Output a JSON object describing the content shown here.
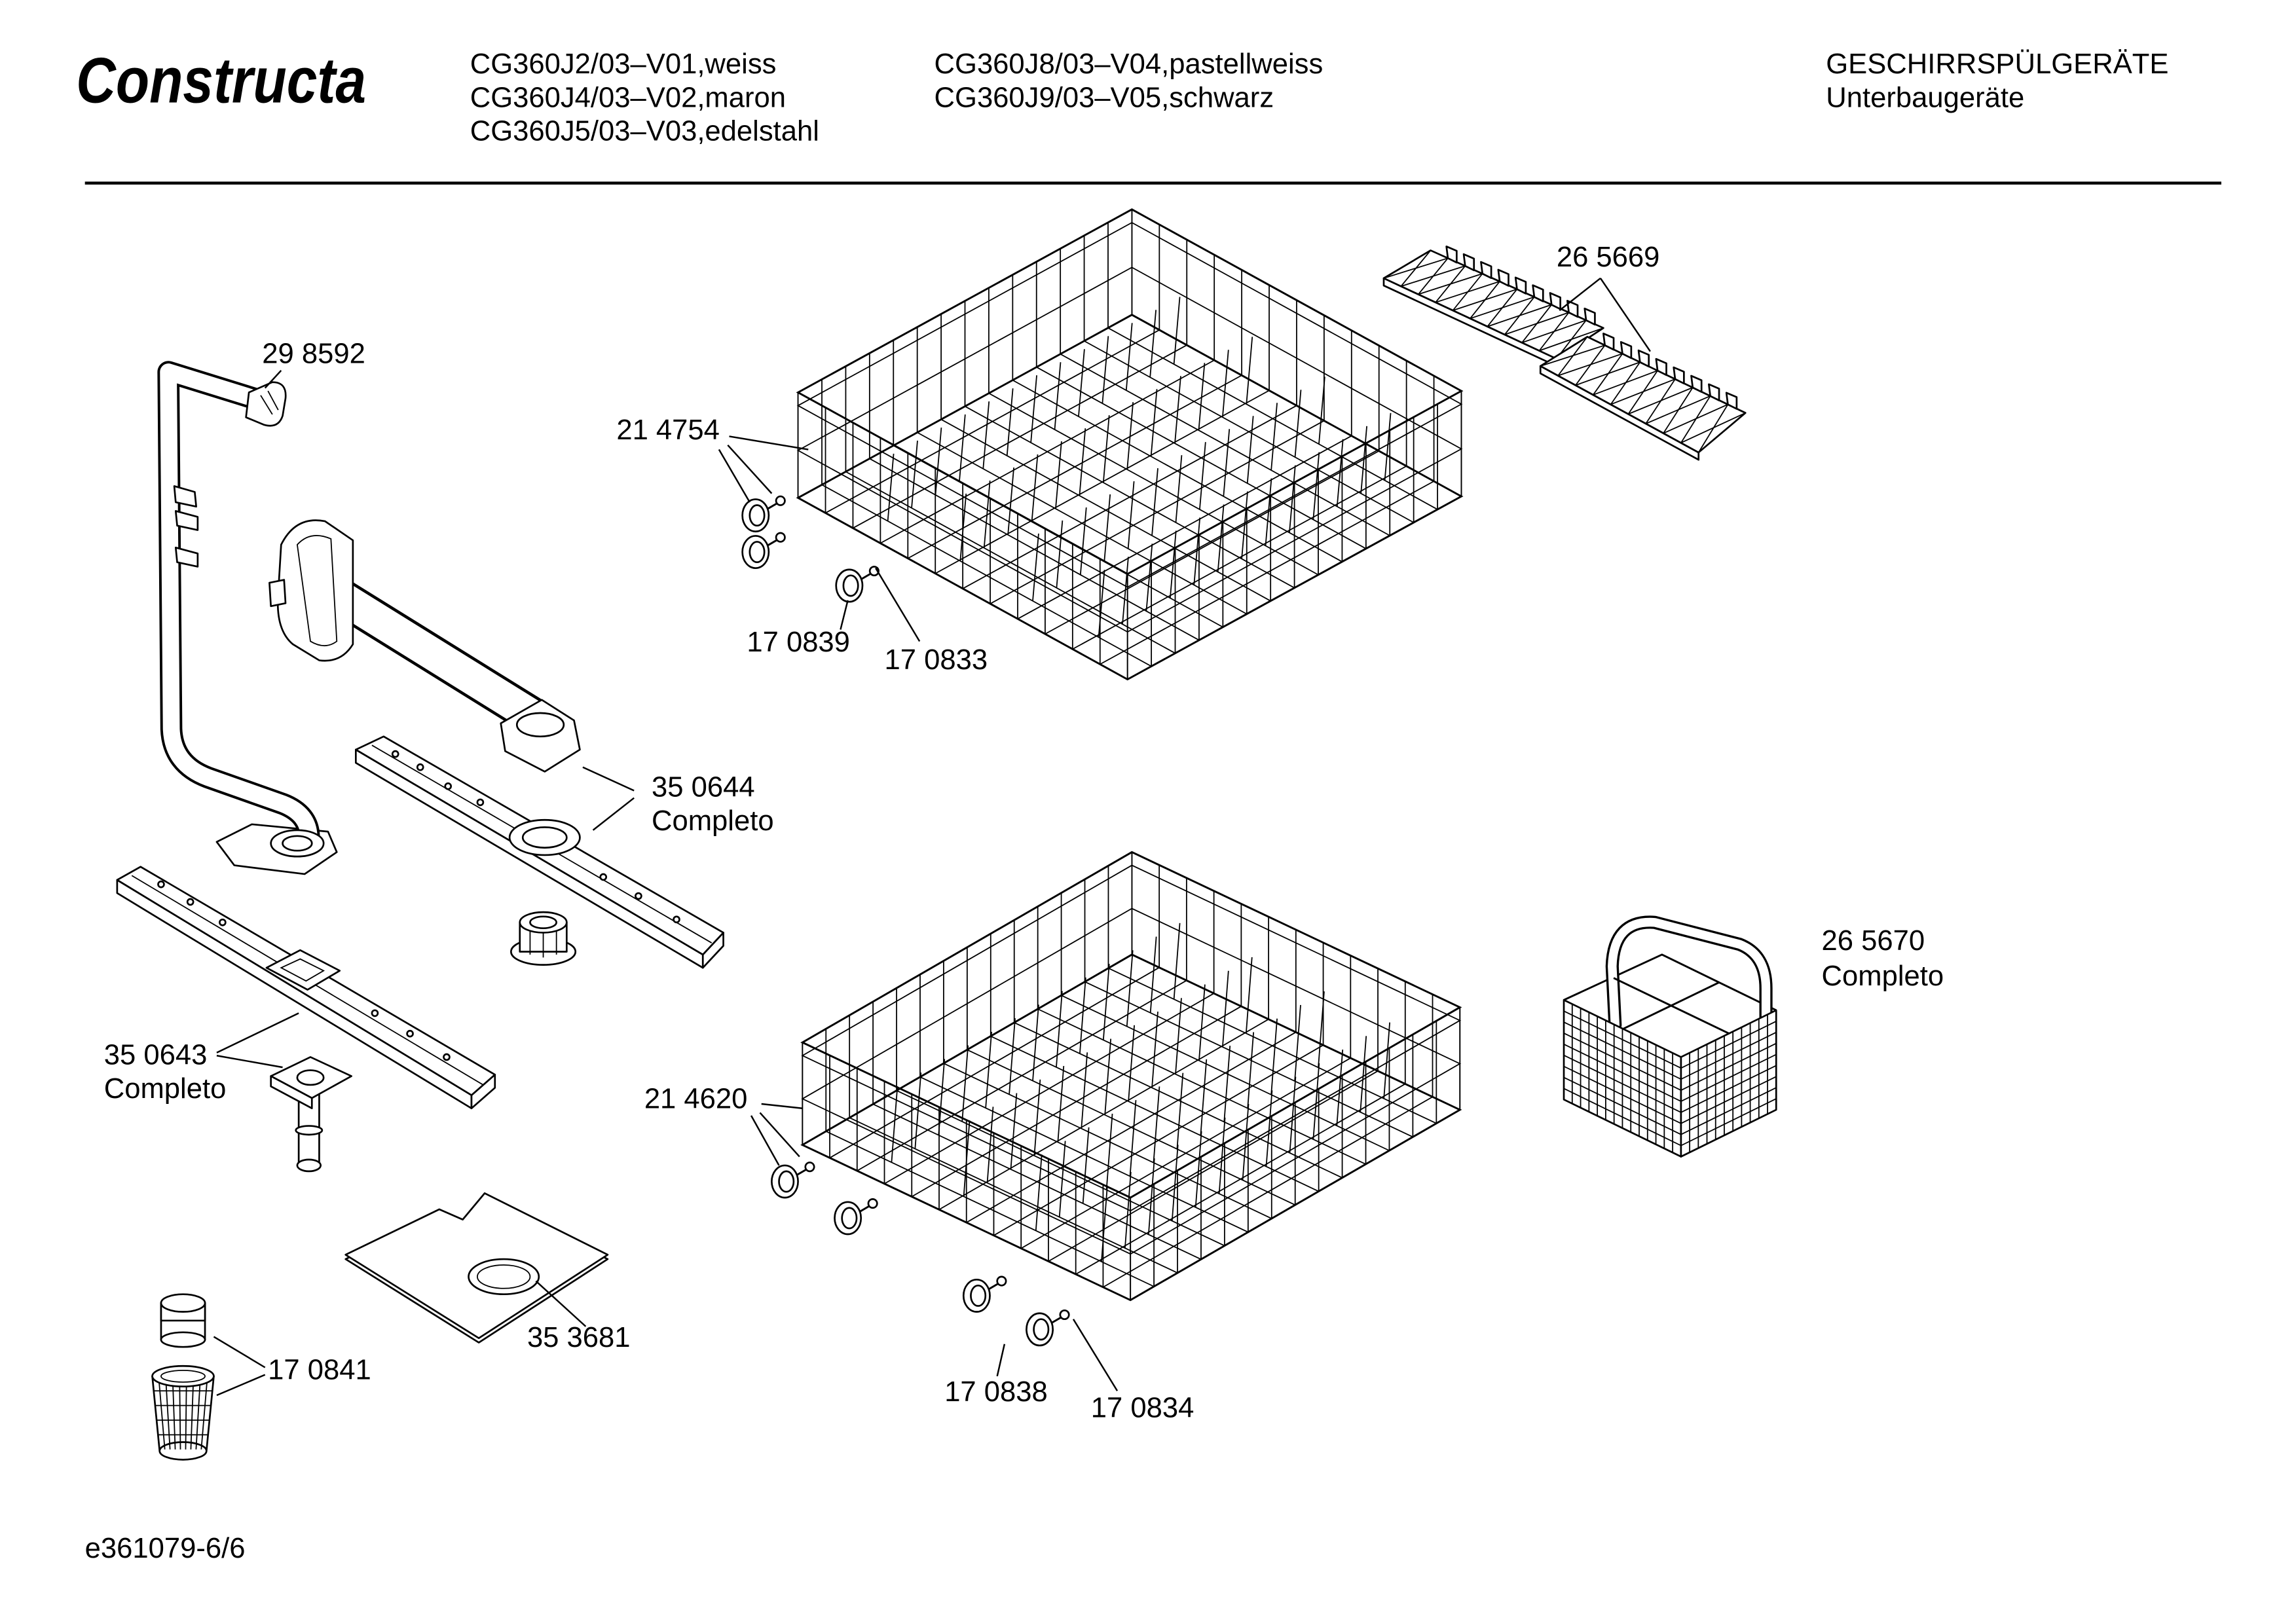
{
  "header": {
    "logo": "Constructa",
    "models_col1": [
      "CG360J2/03–V01,weiss",
      "CG360J4/03–V02,maron",
      "CG360J5/03–V03,edelstahl"
    ],
    "models_col2": [
      "CG360J8/03–V04,pastellweiss",
      "CG360J9/03–V05,schwarz"
    ],
    "category": "GESCHIRRSPÜLGERÄTE",
    "subcategory": "Unterbaugeräte"
  },
  "callouts": [
    {
      "number": "29 8592"
    },
    {
      "number": "21 4754"
    },
    {
      "number": "17 0839"
    },
    {
      "number": "17 0833"
    },
    {
      "number": "26 5669"
    },
    {
      "number": "35 0644",
      "note": "Completo"
    },
    {
      "number": "35 0643",
      "note": "Completo"
    },
    {
      "number": "21 4620"
    },
    {
      "number": "26 5670",
      "note": "Completo"
    },
    {
      "number": "35 3681"
    },
    {
      "number": "17 0841"
    },
    {
      "number": "17 0838"
    },
    {
      "number": "17 0834"
    }
  ],
  "footer": {
    "drawing_id": "e361079-6/6"
  },
  "colors": {
    "ink": "#000000",
    "paper": "#ffffff"
  }
}
